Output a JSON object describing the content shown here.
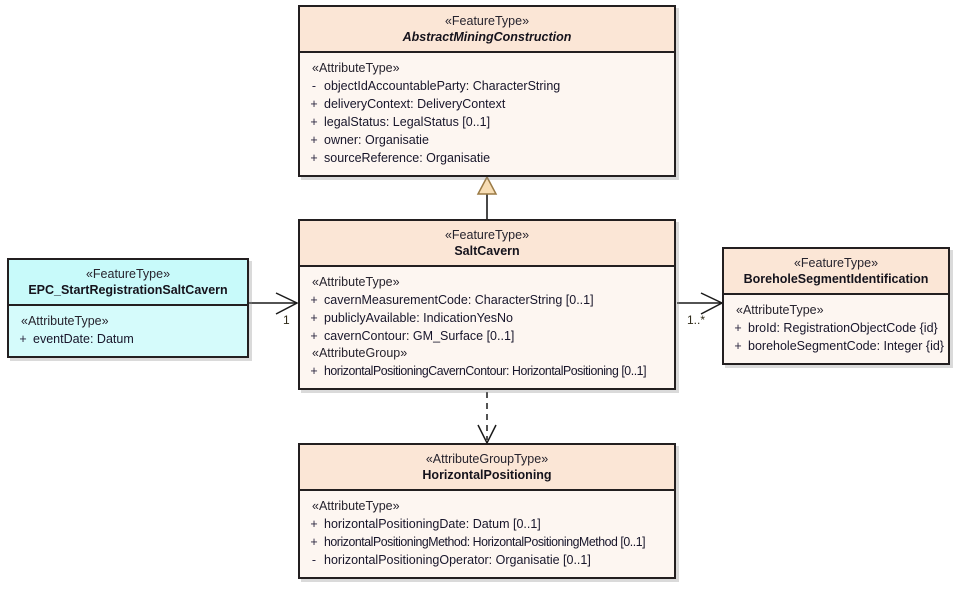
{
  "diagram": {
    "kind": "uml-class-diagram",
    "background": "#ffffff",
    "colors": {
      "class_header_fill": "#fbe6d6",
      "class_body_fill": "#fdf6f1",
      "highlight_header_fill": "#c8fafa",
      "highlight_body_fill": "#d5fbfb",
      "border": "#231f20",
      "generalization_arrow_fill": "#f7ddb4",
      "text": "#17152a"
    }
  },
  "classes": {
    "abstract_mining_construction": {
      "stereotype": "«FeatureType»",
      "name": "AbstractMiningConstruction",
      "is_abstract": true,
      "compartments": [
        {
          "group": "«AttributeType»",
          "attributes": [
            {
              "visibility": "-",
              "text": "objectIdAccountableParty: CharacterString"
            },
            {
              "visibility": "+",
              "text": "deliveryContext: DeliveryContext"
            },
            {
              "visibility": "+",
              "text": "legalStatus: LegalStatus [0..1]"
            },
            {
              "visibility": "+",
              "text": "owner: Organisatie"
            },
            {
              "visibility": "+",
              "text": "sourceReference: Organisatie"
            }
          ]
        }
      ]
    },
    "salt_cavern": {
      "stereotype": "«FeatureType»",
      "name": "SaltCavern",
      "is_abstract": false,
      "compartments": [
        {
          "group": "«AttributeType»",
          "attributes": [
            {
              "visibility": "+",
              "text": "cavernMeasurementCode: CharacterString [0..1]"
            },
            {
              "visibility": "+",
              "text": "publiclyAvailable: IndicationYesNo"
            },
            {
              "visibility": "+",
              "text": "cavernContour: GM_Surface [0..1]"
            }
          ]
        },
        {
          "group": "«AttributeGroup»",
          "attributes": [
            {
              "visibility": "+",
              "text": "horizontalPositioningCavernContour: HorizontalPositioning [0..1]"
            }
          ]
        }
      ]
    },
    "epc_start_registration_salt_cavern": {
      "stereotype": "«FeatureType»",
      "name": "EPC_StartRegistrationSaltCavern",
      "is_abstract": false,
      "compartments": [
        {
          "group": "«AttributeType»",
          "attributes": [
            {
              "visibility": "+",
              "text": "eventDate: Datum"
            }
          ]
        }
      ]
    },
    "borehole_segment_identification": {
      "stereotype": "«FeatureType»",
      "name": "BoreholeSegmentIdentification",
      "is_abstract": false,
      "compartments": [
        {
          "group": "«AttributeType»",
          "attributes": [
            {
              "visibility": "+",
              "text": "broId: RegistrationObjectCode {id}"
            },
            {
              "visibility": "+",
              "text": "boreholeSegmentCode: Integer {id}"
            }
          ]
        }
      ]
    },
    "horizontal_positioning": {
      "stereotype": "«AttributeGroupType»",
      "name": "HorizontalPositioning",
      "is_abstract": false,
      "compartments": [
        {
          "group": "«AttributeType»",
          "attributes": [
            {
              "visibility": "+",
              "text": "horizontalPositioningDate: Datum [0..1]"
            },
            {
              "visibility": "+",
              "text": "horizontalPositioningMethod: HorizontalPositioningMethod [0..1]"
            },
            {
              "visibility": "-",
              "text": "horizontalPositioningOperator: Organisatie [0..1]"
            }
          ]
        }
      ]
    }
  },
  "connectors": {
    "generalization_saltcavern_to_abstract": {
      "type": "generalization",
      "source": "SaltCavern",
      "target": "AbstractMiningConstruction",
      "source_multiplicity": "",
      "target_multiplicity": ""
    },
    "association_epc_to_saltcavern": {
      "type": "association",
      "source": "EPC_StartRegistrationSaltCavern",
      "target": "SaltCavern",
      "target_multiplicity": "1"
    },
    "association_saltcavern_to_borehole": {
      "type": "association",
      "source": "SaltCavern",
      "target": "BoreholeSegmentIdentification",
      "target_multiplicity": "1..*"
    },
    "dependency_saltcavern_to_horizontalpositioning": {
      "type": "dependency",
      "source": "SaltCavern",
      "target": "HorizontalPositioning",
      "style": "dashed"
    }
  }
}
